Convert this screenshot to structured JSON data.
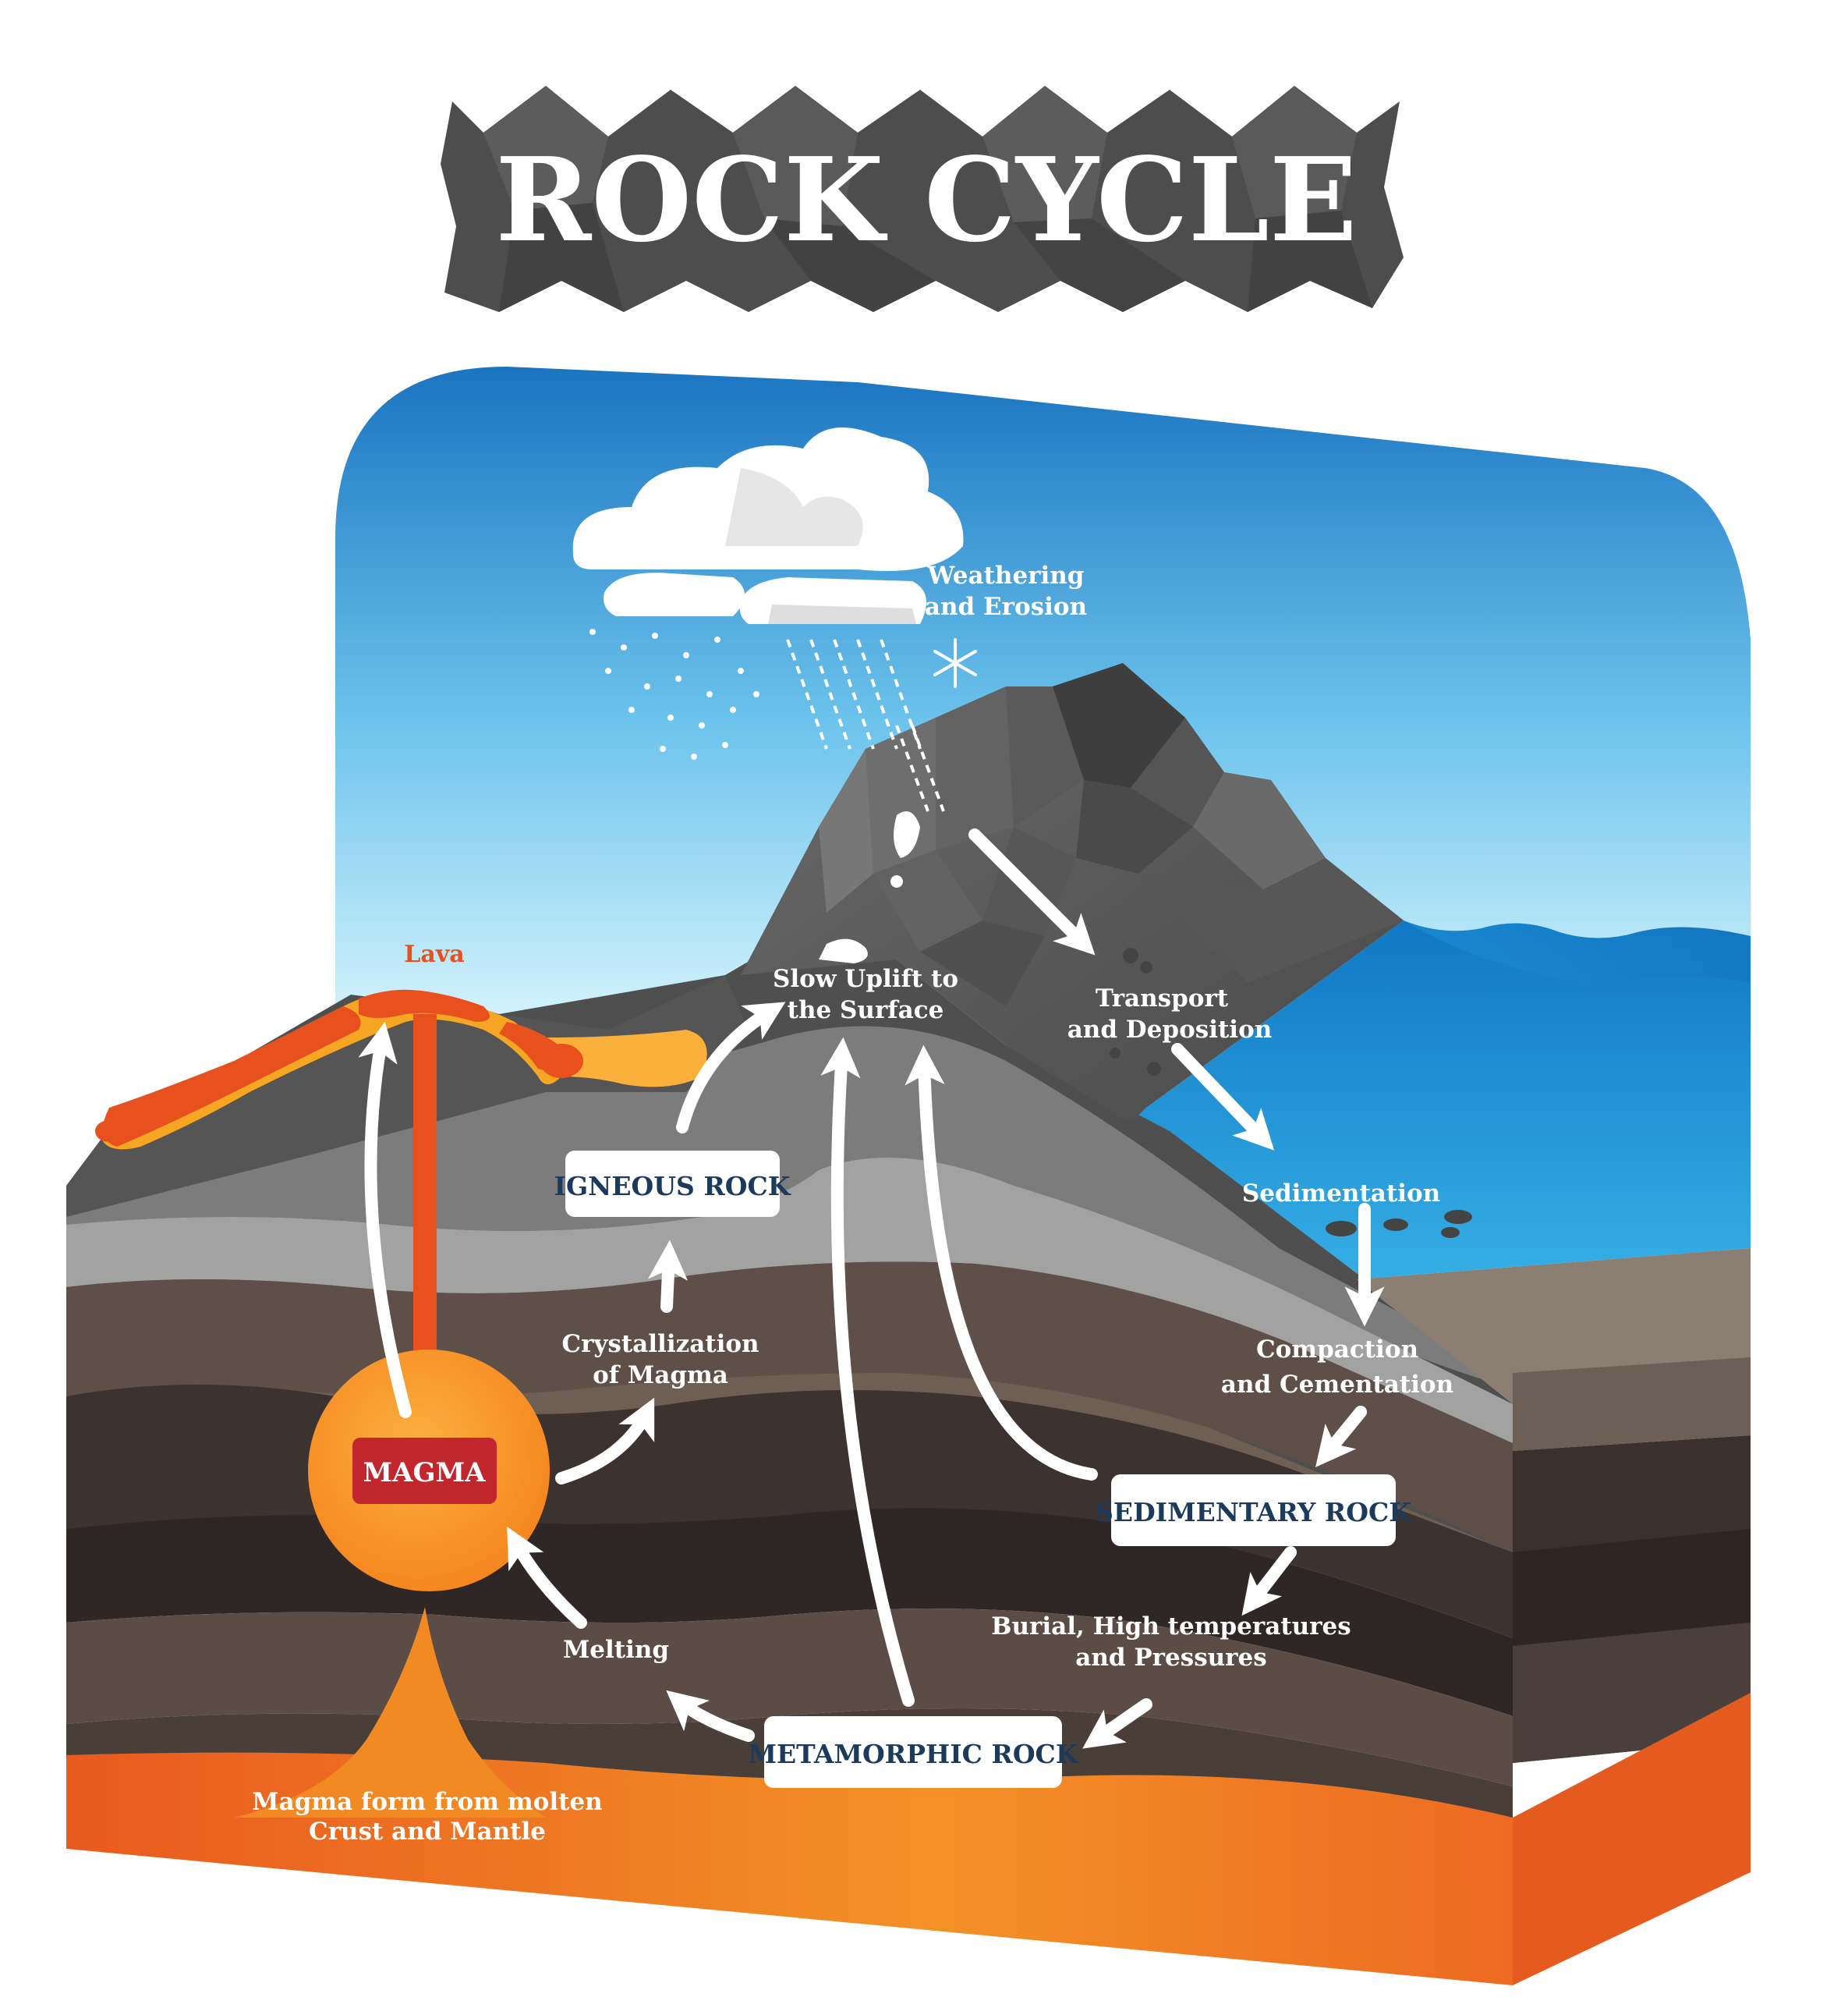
{
  "title": "ROCK CYCLE",
  "labels": {
    "weathering_line1": "Weathering",
    "weathering_line2": "and Erosion",
    "lava": "Lava",
    "uplift_line1": "Slow Uplift to",
    "uplift_line2": "the Surface",
    "transport_line1": "Transport",
    "transport_line2": "and Deposition",
    "sedimentation": "Sedimentation",
    "compaction_line1": "Compaction",
    "compaction_line2": "and Cementation",
    "crystallization_line1": "Crystallization",
    "crystallization_line2": "of Magma",
    "melting": "Melting",
    "burial_line1": "Burial, High temperatures",
    "burial_line2": "and Pressures",
    "magma_source_line1": "Magma form from molten",
    "magma_source_line2": "Crust and Mantle"
  },
  "boxes": {
    "igneous": "IGNEOUS ROCK",
    "sedimentary": "SEDIMENTARY ROCK",
    "metamorphic": "METAMORPHIC ROCK",
    "magma": "MAGMA"
  },
  "colors": {
    "sky_top": "#1a74c0",
    "sky_bottom": "#c9eefb",
    "magma": "#f7931e",
    "magma_box": "#c1272d",
    "lava": "#e8501e",
    "sea": "#1c8fd6",
    "box_text": "#1b3a5c"
  }
}
